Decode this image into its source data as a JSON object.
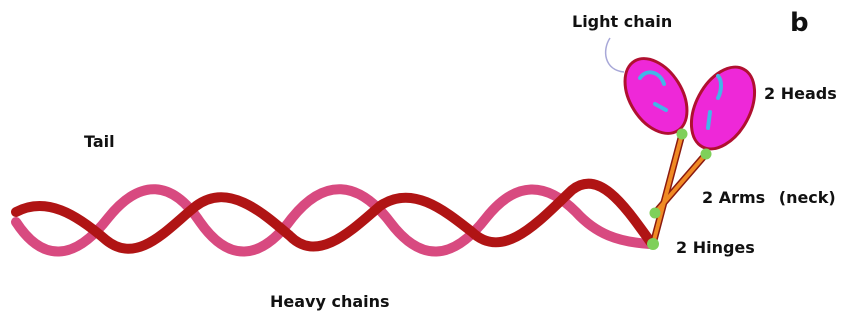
{
  "labels": {
    "panel": "b",
    "light_chain": "Light chain",
    "heads": "2 Heads",
    "tail": "Tail",
    "arms": "2 Arms",
    "neck": "(neck)",
    "hinges": "2 Hinges",
    "heavy_chains": "Heavy chains"
  },
  "colors": {
    "heavy_chain_dark": "#b01414",
    "heavy_chain_light": "#d84a80",
    "head_fill": "#ee28d8",
    "head_outline": "#b01030",
    "light_chain_mark": "#42b6e8",
    "arm_orange": "#f08a24",
    "arm_outline": "#8a1a10",
    "hinge_green": "#7fd05a",
    "pointer_line": "#a8a8d8"
  }
}
